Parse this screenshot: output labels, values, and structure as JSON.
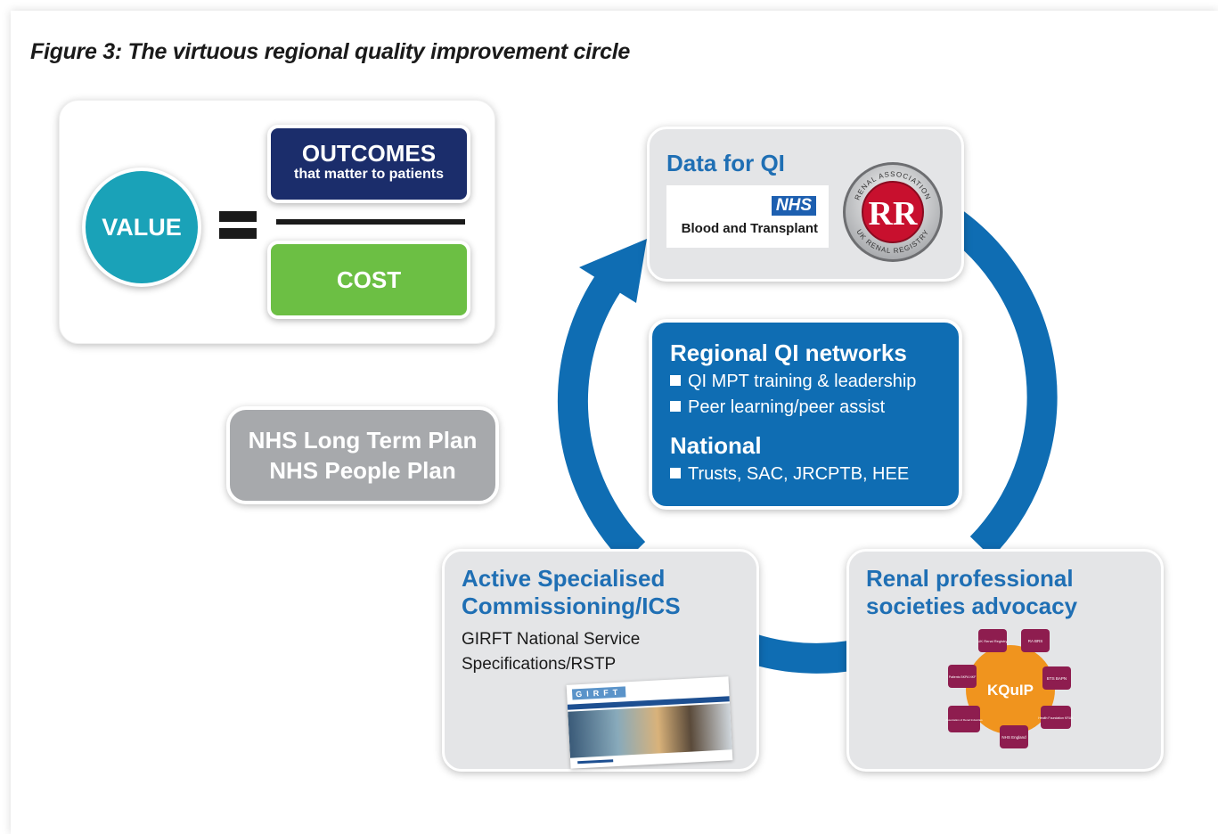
{
  "figure_title": "Figure 3: The virtuous regional quality improvement circle",
  "equation": {
    "value_label": "VALUE",
    "numerator_title": "OUTCOMES",
    "numerator_sub": "that matter to patients",
    "denominator": "COST"
  },
  "plans": {
    "line1": "NHS Long Term Plan",
    "line2": "NHS People Plan"
  },
  "data_for_qi": {
    "title": "Data for QI",
    "nhs_logo": "NHS",
    "nhs_org": "Blood and Transplant",
    "registry_monogram": "RR",
    "registry_ring_top": "RENAL ASSOCIATION",
    "registry_ring_bottom": "UK RENAL REGISTRY"
  },
  "center": {
    "heading1": "Regional QI networks",
    "bullets1": [
      "QI MPT training & leadership",
      "Peer learning/peer assist"
    ],
    "heading2": "National",
    "bullets2": [
      "Trusts, SAC, JRCPTB, HEE"
    ]
  },
  "commissioning": {
    "title_line1": "Active Specialised",
    "title_line2": "Commissioning/ICS",
    "body_line1": "GIRFT National Service",
    "body_line2": "Specifications/RSTP",
    "thumb_header": "GIRFT"
  },
  "advocacy": {
    "title_line1": "Renal professional",
    "title_line2": "societies advocacy",
    "hub": "KQuIP",
    "spokes": [
      "UK Renal Registry",
      "RA BRS",
      "BTS BAPN",
      "Health Foundation KRUK",
      "NHS England",
      "Association of Renal Industries",
      "Patients BKPA NKF"
    ]
  },
  "colors": {
    "arrow_blue": "#0f6db3",
    "title_blue": "#1f6fb4",
    "navy": "#1b2d6b",
    "green": "#6cbf44",
    "teal": "#1aa2b8",
    "grey": "#a7a9ac",
    "kquip_orange": "#f0941e",
    "kquip_spoke": "#8e1d4f"
  }
}
